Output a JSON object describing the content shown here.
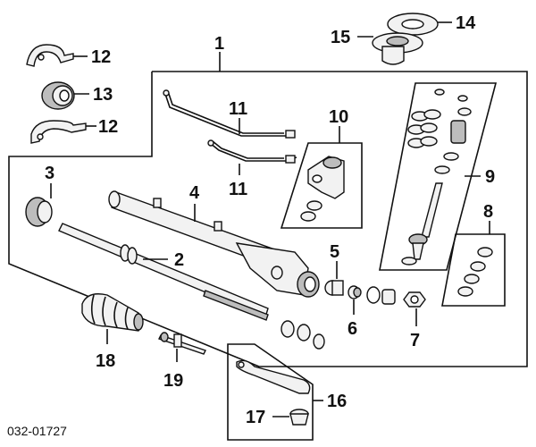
{
  "diagram": {
    "code": "032-01727",
    "callouts": {
      "c1": "1",
      "c2": "2",
      "c3": "3",
      "c4": "4",
      "c5": "5",
      "c6": "6",
      "c7": "7",
      "c8": "8",
      "c9": "9",
      "c10": "10",
      "c11a": "11",
      "c11b": "11",
      "c12a": "12",
      "c12b": "12",
      "c13": "13",
      "c14": "14",
      "c15": "15",
      "c16": "16",
      "c17": "17",
      "c18": "18",
      "c19": "19"
    }
  }
}
